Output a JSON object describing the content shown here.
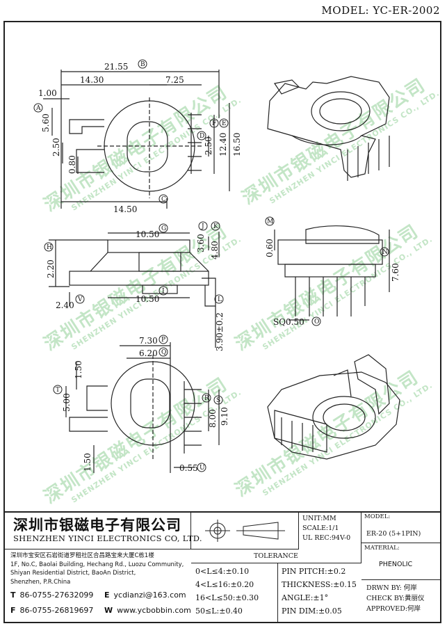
{
  "header": {
    "model_title": "MODEL: YC-ER-2002"
  },
  "watermark": {
    "cn": "深圳市银磁电子有限公司",
    "en": "SHENZHEN YINCI ELECTRONICS CO., LTD."
  },
  "dims": {
    "top": {
      "d_21_55": "21.55",
      "d_14_30": "14.30",
      "d_7_25": "7.25",
      "d_1_00": "1.00",
      "d_5_60": "5.60",
      "d_2_50a": "2.50",
      "d_0_80": "0.80",
      "d_2_50b": "2.50",
      "d_12_40": "12.40",
      "d_16_50": "16.50",
      "d_14_50": "14.50"
    },
    "mid": {
      "d_10_50a": "10.50",
      "d_3_60": "3.60",
      "d_4_80": "4.80",
      "d_2_20": "2.20",
      "d_2_40": "2.40",
      "d_10_50b": "10.50",
      "d_3_90": "3.90±0.2",
      "d_0_60": "0.60",
      "d_7_60": "7.60",
      "d_sq": "SQ0.50"
    },
    "bottom": {
      "d_7_30": "7.30",
      "d_6_20": "6.20",
      "d_1_50a": "1.50",
      "d_5_00": "5.00",
      "d_8_00": "8.00",
      "d_9_10": "9.10",
      "d_1_50b": "1.50",
      "d_0_55": "0.55"
    }
  },
  "circle_labels": {
    "A": "A",
    "B": "B",
    "C": "C",
    "D": "D",
    "E": "E",
    "F": "F",
    "G": "G",
    "H": "H",
    "I": "I",
    "J": "J",
    "K": "K",
    "L": "L",
    "M": "M",
    "N": "N",
    "O": "O",
    "P": "P",
    "Q": "Q",
    "R": "R",
    "S": "S",
    "T": "T",
    "U": "U",
    "V": "V"
  },
  "title_block": {
    "company_cn": "深圳市银磁电子有限公司",
    "company_en": "SHENZHEN YINCI ELECTRONICS CO, LTD.",
    "address_cn": "深圳市宝安区石岩街道罗租社区合昌路宝来大厦C栋1楼",
    "address_en1": "1F, No.C, Baolai Building, Hechang Rd., Luozu Community,",
    "address_en2": "Shiyan Residential District, BaoAn District,",
    "address_en3": "Shenzhen, P.R.China",
    "tel_label": "T",
    "tel": "86-0755-27632099",
    "fax_label": "F",
    "fax": "86-0755-26819697",
    "email_label": "E",
    "email": "ycdianzi@163.com",
    "web_label": "W",
    "web": "www.ycbobbin.com",
    "unit": "UNIT:MM",
    "scale": "SCALE:1/1",
    "ul": "UL REC:94V-0",
    "tolerance_title": "TOLERANCE",
    "tol": [
      "0<L≤4:±0.10",
      "4<L≤16:±0.20",
      "16<L≤50:±0.30",
      "50≤L:±0.40"
    ],
    "tol2": [
      "PIN PITCH:±0.2",
      "THICKNESS:±0.15",
      "ANGLE:±1°",
      "PIN DIM:±0.05"
    ],
    "model_label": "MODEL:",
    "model_value": "ER-20 (5+1PIN)",
    "material_label": "MATERIAL:",
    "material_value": "PHENOLIC",
    "drawn": "DRWN BY: 何岸",
    "check": "CHECK BY:黄丽仪",
    "approved": "APPROVED:何岸"
  }
}
